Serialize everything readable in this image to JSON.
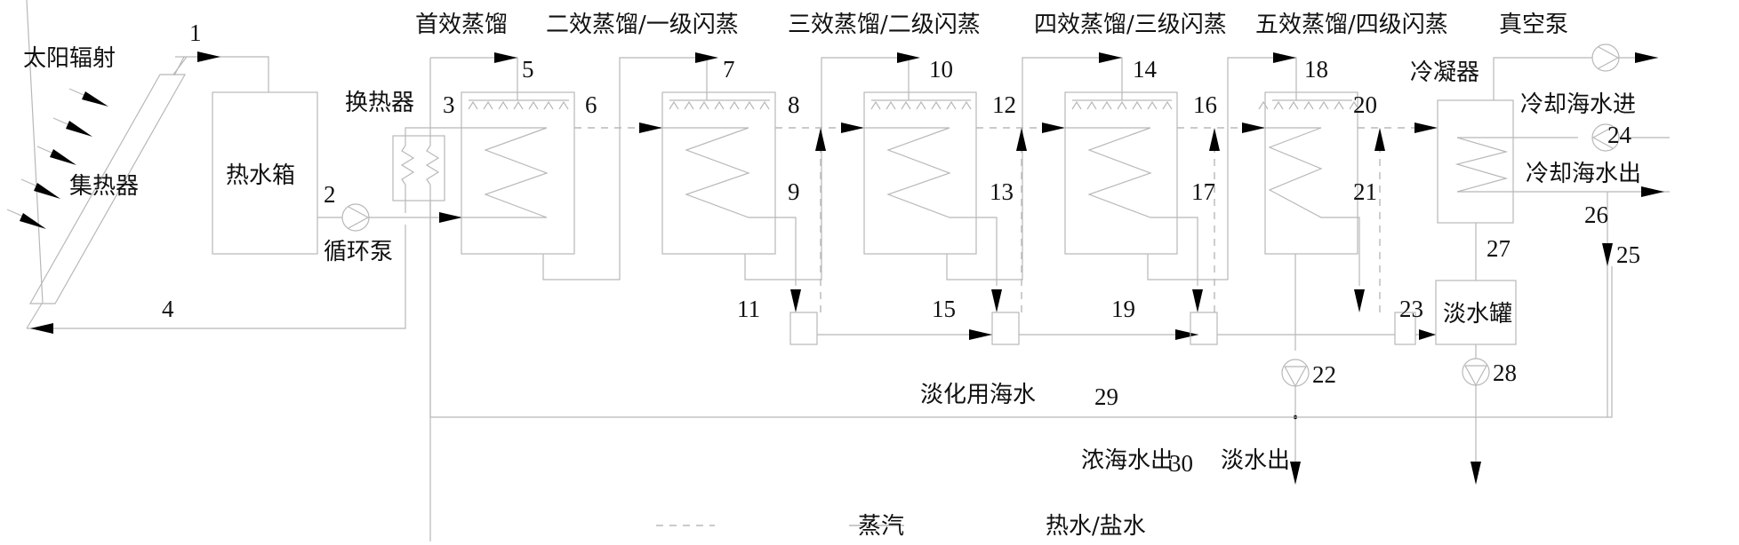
{
  "diagram": {
    "title_labels": {
      "solar_radiation": "太阳辐射",
      "collector": "集热器",
      "hot_water_tank": "热水箱",
      "circulation_pump": "循环泵",
      "heat_exchanger": "换热器",
      "effect_1": "首效蒸馏",
      "effect_2": "二效蒸馏/一级闪蒸",
      "effect_3": "三效蒸馏/二级闪蒸",
      "effect_4": "四效蒸馏/三级闪蒸",
      "effect_5": "五效蒸馏/四级闪蒸",
      "vacuum_pump": "真空泵",
      "condenser": "冷凝器",
      "cooling_seawater_in": "冷却海水进",
      "cooling_seawater_out": "冷却海水出",
      "fresh_water_tank": "淡水罐",
      "desalination_seawater": "淡化用海水",
      "brine_out": "浓海水出",
      "fresh_water_out": "淡水出"
    },
    "node_numbers": [
      "1",
      "2",
      "3",
      "4",
      "5",
      "6",
      "7",
      "8",
      "9",
      "10",
      "11",
      "12",
      "13",
      "14",
      "15",
      "16",
      "17",
      "18",
      "19",
      "20",
      "21",
      "22",
      "23",
      "24",
      "25",
      "26",
      "27",
      "28",
      "29",
      "30"
    ],
    "legend": {
      "steam": "蒸汽",
      "hot_water_brine": "热水/盐水"
    },
    "colors": {
      "line": "#b8b8b8",
      "arrow": "#000000",
      "text": "#111111"
    }
  }
}
